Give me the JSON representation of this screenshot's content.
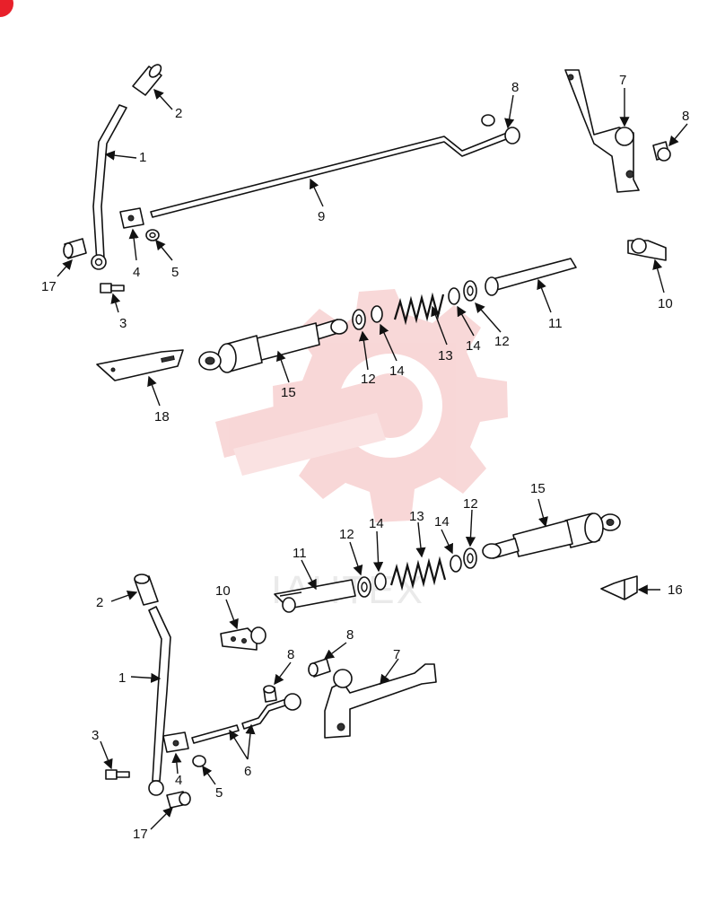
{
  "diagram": {
    "brand_mark_color": "#e8202a",
    "watermark_color": "#f3b8b8",
    "watermark_text": "IAHTEX",
    "callouts": {
      "c1": "1",
      "c2": "2",
      "c3": "3",
      "c4": "4",
      "c5": "5",
      "c6": "6",
      "c7": "7",
      "c8": "8",
      "c9": "9",
      "c10": "10",
      "c11": "11",
      "c12": "12",
      "c13": "13",
      "c14": "14",
      "c15": "15",
      "c16": "16",
      "c17": "17",
      "c18": "18"
    }
  }
}
